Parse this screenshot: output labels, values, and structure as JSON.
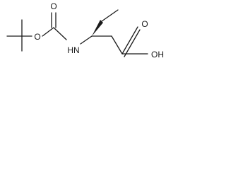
{
  "structure": {
    "atoms": {
      "ester_oxygen": "O",
      "carbonyl_oxygen": "O",
      "amine": "HN",
      "acid_hydroxyl": "OH",
      "acid_carbonyl_oxygen": "O"
    },
    "colors": {
      "bond": "#1a1a1a",
      "label": "#1a1a1a",
      "background": "#ffffff"
    }
  }
}
